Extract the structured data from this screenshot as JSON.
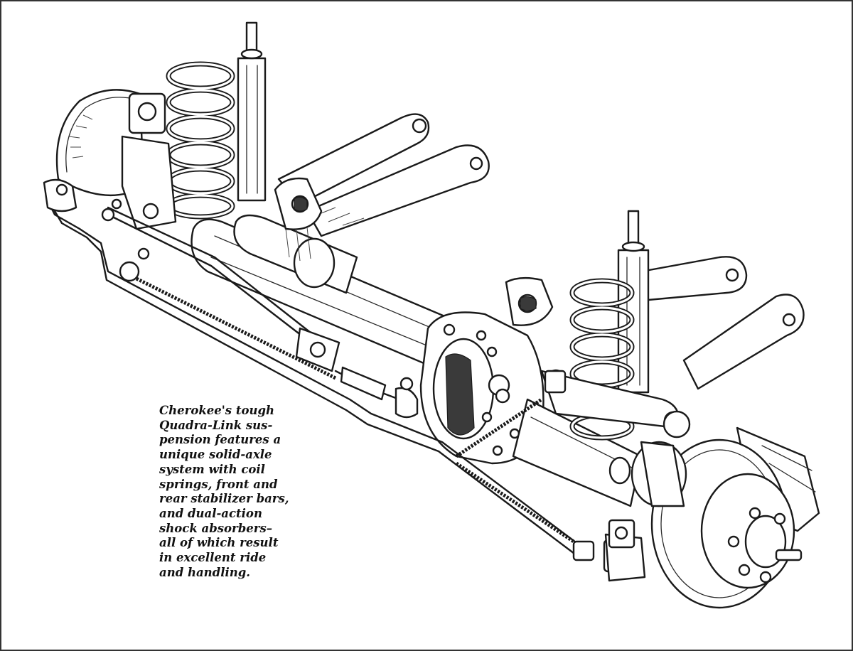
{
  "caption": {
    "lines": [
      "Cherokee's tough",
      "Quadra-Link sus-",
      "pension features a",
      "unique solid-axle",
      "system with coil",
      "springs, front and",
      "rear stabilizer bars,",
      "and dual-action",
      "shock absorbers–",
      "all of which result",
      "in excellent ride",
      "and handling."
    ]
  }
}
